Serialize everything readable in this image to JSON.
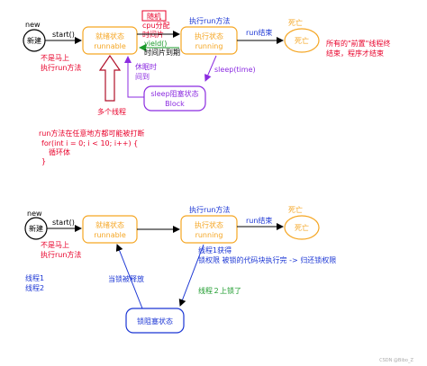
{
  "top": {
    "new_label": "new",
    "new_state": "新建",
    "start_label": "start()",
    "not_immediate": [
      "不是马上",
      "执行run方法"
    ],
    "runnable": [
      "就绪状态",
      "runnable"
    ],
    "random": "随机",
    "cpu_slice": [
      "cpu分配",
      "时间片"
    ],
    "yield": "yield()",
    "slice_expired": "时间片到期",
    "run_method": "执行run方法",
    "running": [
      "执行状态",
      "running"
    ],
    "run_end": "run结束",
    "death": "死亡",
    "death_note": [
      "所有的\"前置\"线程终",
      "结束，程序才结束"
    ],
    "wake": [
      "休眠时",
      "间到"
    ],
    "sleep_call": "sleep(time)",
    "sleep_block": [
      "sleep阻塞状态",
      "Block"
    ],
    "multi_thread": "多个线程",
    "interrupt_note": "run方法在任意地方都可能被打断",
    "code": [
      "for(int i = 0; i < 10; i++) {",
      "循环体",
      "}"
    ]
  },
  "bottom": {
    "new_label": "new",
    "new_state": "新建",
    "start_label": "start()",
    "not_immediate": [
      "不是马上",
      "执行run方法"
    ],
    "runnable": [
      "就绪状态",
      "runnable"
    ],
    "run_method": "执行run方法",
    "running": [
      "执行状态",
      "running"
    ],
    "run_end": "run结束",
    "death": "死亡",
    "acquire": [
      "线程1获得",
      "锁权限 被锁的代码块执行完 -> 归还锁权限"
    ],
    "thread_list": [
      "线程1",
      "线程2"
    ],
    "lock_released": "当锁被释放",
    "t2_locked": "线程２上锁了",
    "lock_block": "锁阻塞状态"
  },
  "watermark": "CSDN @Bibo_Z",
  "colors": {
    "orange": "#f5a623",
    "black": "#000000",
    "red": "#e8002a",
    "blue": "#1a35d4",
    "purple": "#8b2be0",
    "green": "#1a9a2a",
    "lightgreen": "#40b24a",
    "darkred": "#b0102a"
  }
}
